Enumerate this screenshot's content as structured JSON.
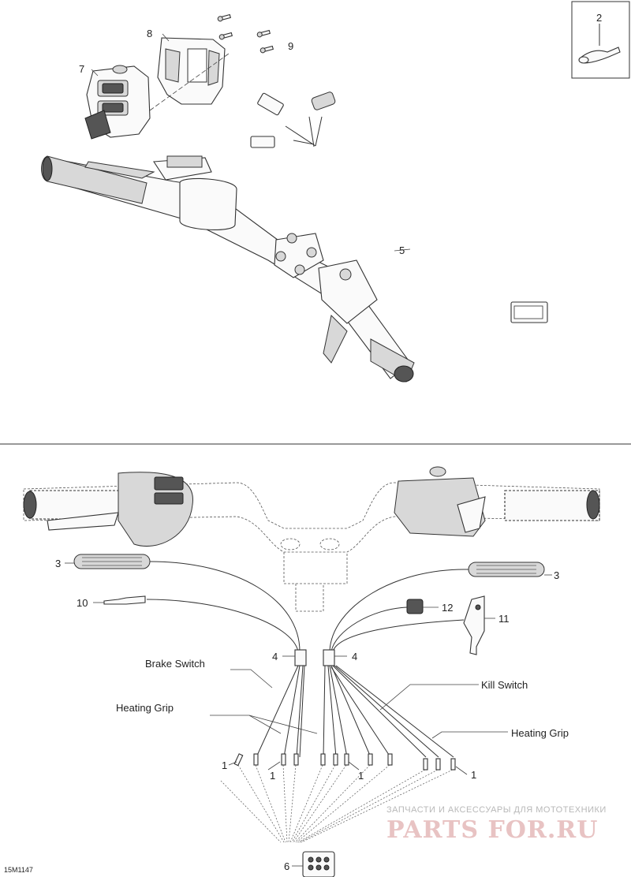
{
  "diagram": {
    "callouts": {
      "c1a": "1",
      "c1b": "1",
      "c1c": "1",
      "c1d": "1",
      "c2": "2",
      "c3a": "3",
      "c3b": "3",
      "c4a": "4",
      "c4b": "4",
      "c5": "5",
      "c6": "6",
      "c7": "7",
      "c8": "8",
      "c9": "9",
      "c10": "10",
      "c11": "11",
      "c12": "12"
    },
    "wire_labels": {
      "brake_switch": "Brake Switch",
      "heating_grip_left": "Heating Grip",
      "kill_switch": "Kill Switch",
      "heating_grip_right": "Heating Grip"
    },
    "figure_code": "15M1147",
    "watermark": {
      "caption": "ЗАПЧАСТИ И АКСЕССУАРЫ ДЛЯ МОТОТЕХНИКИ",
      "logo": "PARTS FOR.RU"
    }
  }
}
